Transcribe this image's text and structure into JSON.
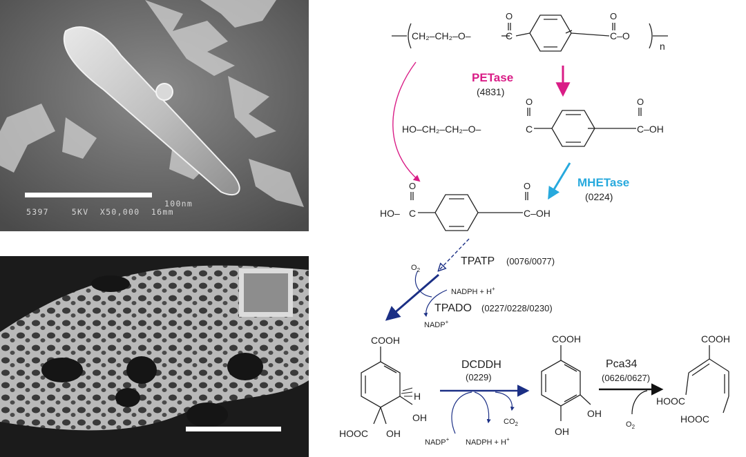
{
  "micrographs": {
    "top": {
      "caption": "5397    5KV  X50,000  16mm",
      "scale_label": "100nm"
    },
    "bottom": {}
  },
  "pathway": {
    "polymer_subscript": "n",
    "enzymes": {
      "petase": {
        "name": "PETase",
        "code": "(4831)",
        "color": "#d91c86"
      },
      "mhetase": {
        "name": "MHETase",
        "code": "(0224)",
        "color": "#27a9dd"
      },
      "tpatp": {
        "name": "TPATP",
        "code": "(0076/0077)"
      },
      "tpado": {
        "name": "TPADO",
        "code": "(0227/0228/0230)"
      },
      "dcddh": {
        "name": "DCDDH",
        "code": "(0229)"
      },
      "pca34": {
        "name": "Pca34",
        "code": "(0626/0627)"
      }
    },
    "cofactors": {
      "o2_a": "O2",
      "nadph_in": "NADPH + H+",
      "nadp_out": "NADP+",
      "nadp_in": "NADP+",
      "nadph_out": "NADPH + H+",
      "co2": "CO2",
      "o2_b": "O2"
    },
    "arrow_colors": {
      "navy": "#1b2f85",
      "black": "#111111"
    }
  }
}
